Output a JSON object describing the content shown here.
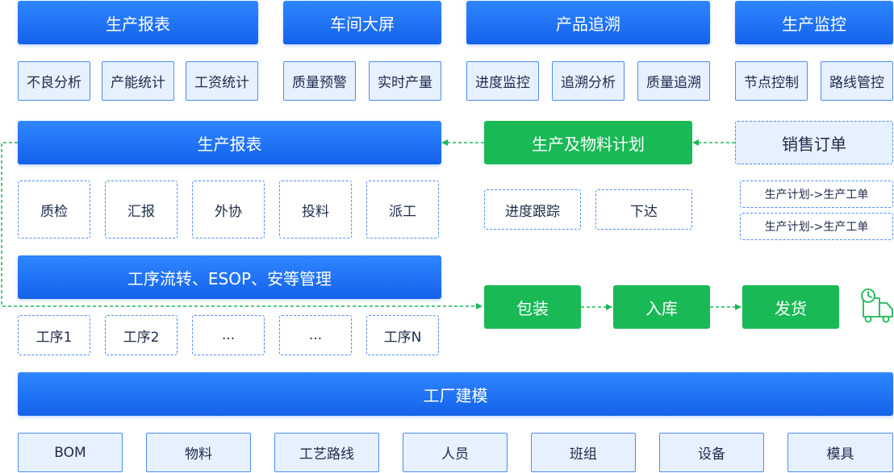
{
  "top_modules": [
    {
      "title": "生产报表",
      "items": [
        "不良分析",
        "产能统计",
        "工资统计"
      ]
    },
    {
      "title": "车间大屏",
      "items": [
        "质量预警",
        "实时产量"
      ]
    },
    {
      "title": "产品追溯",
      "items": [
        "进度监控",
        "追溯分析",
        "质量追溯"
      ]
    },
    {
      "title": "生产监控",
      "items": [
        "节点控制",
        "路线管控"
      ]
    }
  ],
  "report_bar": "生产报表",
  "report_items": [
    "质检",
    "汇报",
    "外协",
    "投料",
    "派工"
  ],
  "plan": {
    "title": "生产及物料计划",
    "items": [
      "进度跟踪",
      "下达"
    ]
  },
  "sales": {
    "title": "销售订单",
    "items": [
      "生产计划->生产工单",
      "生产计划->生产工单"
    ]
  },
  "process_bar": "工序流转、ESOP、安等管理",
  "process_items": [
    "工序1",
    "工序2",
    "...",
    "...",
    "工序N"
  ],
  "flow_steps": [
    "包装",
    "入库",
    "发货"
  ],
  "icons": {
    "delivery": "delivery-truck-icon"
  },
  "factory_bar": "工厂建模",
  "factory_items": [
    "BOM",
    "物料",
    "工艺路线",
    "人员",
    "班组",
    "设备",
    "模具"
  ],
  "colors": {
    "blue": "#1c6cf2",
    "green": "#19b955",
    "light_blue": "#e6f0ff"
  }
}
